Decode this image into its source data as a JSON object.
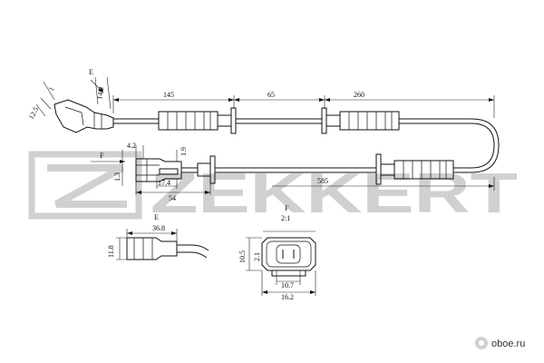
{
  "watermark": {
    "brand": "ZEKKERT",
    "color": "#d0d0d0"
  },
  "site_badge": {
    "text": "oboe.ru",
    "logo_color": "#d0d0d0"
  },
  "dimensions": {
    "d145": "145",
    "d65": "65",
    "d260": "260",
    "d585": "585",
    "d54": "54",
    "d17_4": "17.4",
    "d4_2": "4.2",
    "d1_9": "1.9",
    "d1_3": "1.3",
    "d14_2": "14.2",
    "d12_5": "12.5",
    "d36_8": "36.8",
    "d11_8": "11.8",
    "d10_5": "10.5",
    "d2_1": "2.1",
    "d10_7": "10.7",
    "d16_2": "16.2",
    "d1": "1"
  },
  "views": {
    "e_label_top": "E",
    "e_label_detail": "E",
    "f_label_arrow": "F",
    "f_label_detail": "F",
    "scale": "2:1"
  }
}
